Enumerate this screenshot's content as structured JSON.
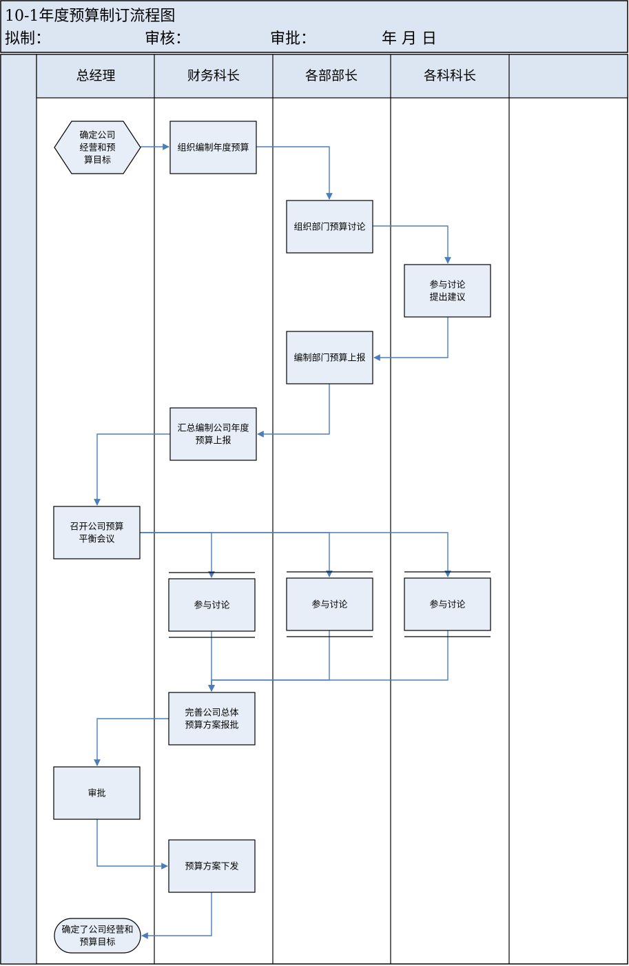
{
  "header": {
    "title": "10-1年度预算制订流程图",
    "drafter_label": "拟制：",
    "reviewer_label": "审核：",
    "approver_label": "审批：",
    "date_label": "年 月 日"
  },
  "lanes": [
    "总经理",
    "财务科长",
    "各部部长",
    "各科科长",
    ""
  ],
  "nodes": [
    {
      "id": "n1",
      "shape": "hexagon",
      "lines": [
        "确定公司",
        "经营和预",
        "算目标"
      ]
    },
    {
      "id": "n2",
      "shape": "process",
      "lines": [
        "组织编制年度预算"
      ]
    },
    {
      "id": "n3",
      "shape": "process",
      "lines": [
        "组织部门预算讨论"
      ]
    },
    {
      "id": "n4",
      "shape": "process",
      "lines": [
        "参与讨论",
        "提出建议"
      ]
    },
    {
      "id": "n5",
      "shape": "process",
      "lines": [
        "编制部门预算上报"
      ]
    },
    {
      "id": "n6",
      "shape": "process",
      "lines": [
        "汇总编制公司年度",
        "预算上报"
      ]
    },
    {
      "id": "n7",
      "shape": "process",
      "lines": [
        "召开公司预算",
        "平衡会议"
      ]
    },
    {
      "id": "n8",
      "shape": "parallel",
      "lines": [
        "参与讨论"
      ]
    },
    {
      "id": "n9",
      "shape": "parallel",
      "lines": [
        "参与讨论"
      ]
    },
    {
      "id": "n10",
      "shape": "parallel",
      "lines": [
        "参与讨论"
      ]
    },
    {
      "id": "n11",
      "shape": "process",
      "lines": [
        "完善公司总体",
        "预算方案报批"
      ]
    },
    {
      "id": "n12",
      "shape": "process",
      "lines": [
        "审批"
      ]
    },
    {
      "id": "n13",
      "shape": "process",
      "lines": [
        "预算方案下发"
      ]
    },
    {
      "id": "n14",
      "shape": "terminal",
      "lines": [
        "确定了公司经营和",
        "预算目标"
      ]
    }
  ],
  "edges": [
    {
      "from": "n1",
      "to": "n2"
    },
    {
      "from": "n2",
      "to": "n3"
    },
    {
      "from": "n3",
      "to": "n4"
    },
    {
      "from": "n4",
      "to": "n5"
    },
    {
      "from": "n5",
      "to": "n6"
    },
    {
      "from": "n6",
      "to": "n7"
    },
    {
      "from": "n7",
      "to": "n8"
    },
    {
      "from": "n7",
      "to": "n9"
    },
    {
      "from": "n7",
      "to": "n10"
    },
    {
      "from": "n8",
      "to": "n11"
    },
    {
      "from": "n9",
      "to": "n11"
    },
    {
      "from": "n10",
      "to": "n11"
    },
    {
      "from": "n11",
      "to": "n12"
    },
    {
      "from": "n12",
      "to": "n13"
    },
    {
      "from": "n13",
      "to": "n14"
    }
  ],
  "colors": {
    "box_fill": "#e8eef7",
    "header_fill": "#dce6f2",
    "connector": "#4a7ebb",
    "border": "#000000"
  }
}
